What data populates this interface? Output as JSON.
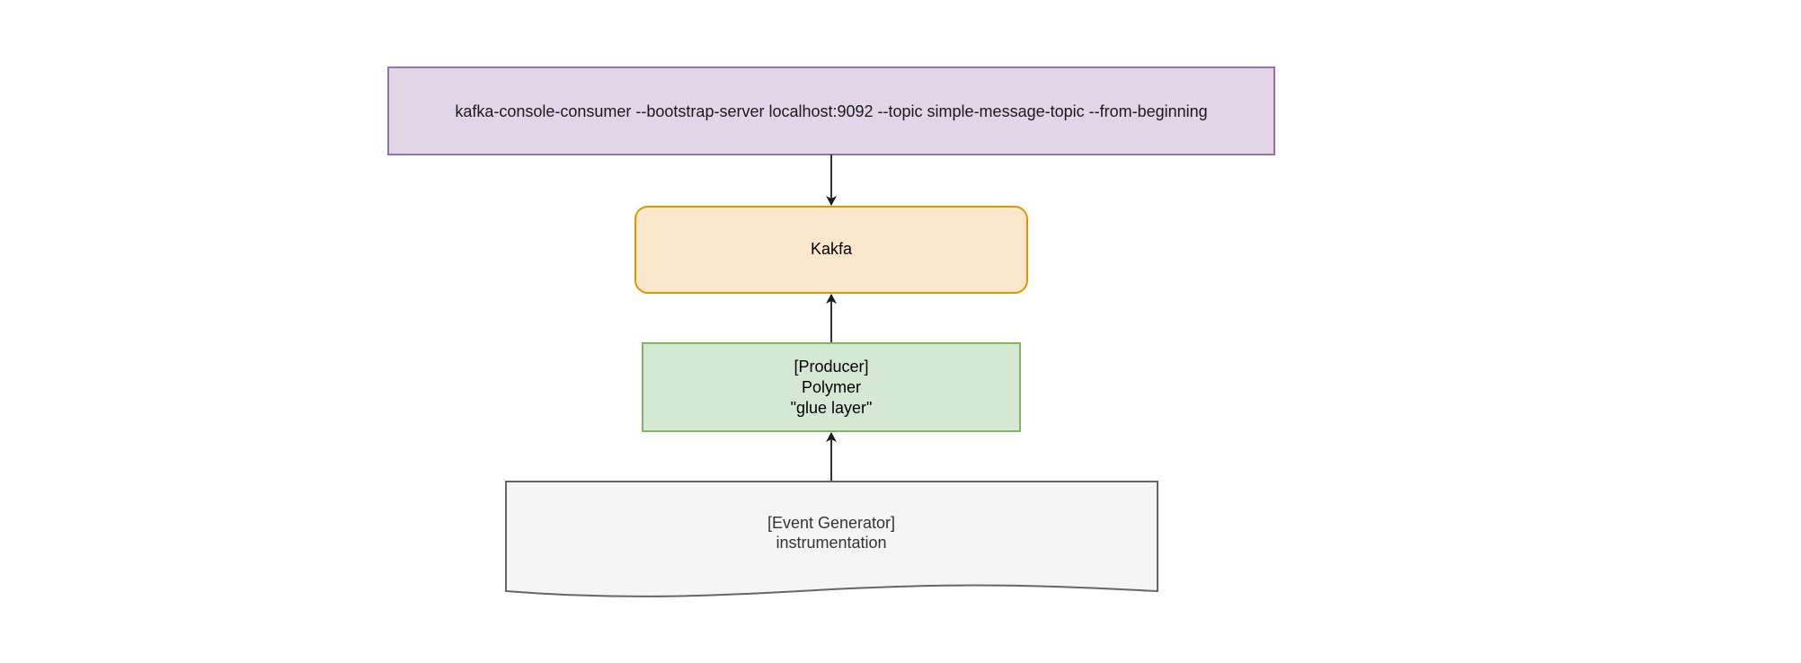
{
  "nodes": {
    "consumer": {
      "text": "kafka-console-consumer --bootstrap-server localhost:9092 --topic simple-message-topic --from-beginning",
      "fill": "#e1d5e7",
      "stroke": "#9673a6"
    },
    "kafka": {
      "text": "Kakfa",
      "fill": "#fce6cc",
      "stroke": "#d79b00"
    },
    "producer": {
      "lines": [
        "[Producer]",
        "Polymer",
        "\"glue layer\""
      ],
      "fill": "#d5e8d4",
      "stroke": "#82b366"
    },
    "generator": {
      "lines": [
        "[Event Generator]",
        "instrumentation"
      ],
      "fill": "#f5f5f5",
      "stroke": "#666666"
    }
  },
  "edges": [
    {
      "from": "consumer",
      "to": "kafka"
    },
    {
      "from": "producer",
      "to": "kafka"
    },
    {
      "from": "generator",
      "to": "producer"
    }
  ],
  "colors": {
    "edge": "#333333"
  }
}
